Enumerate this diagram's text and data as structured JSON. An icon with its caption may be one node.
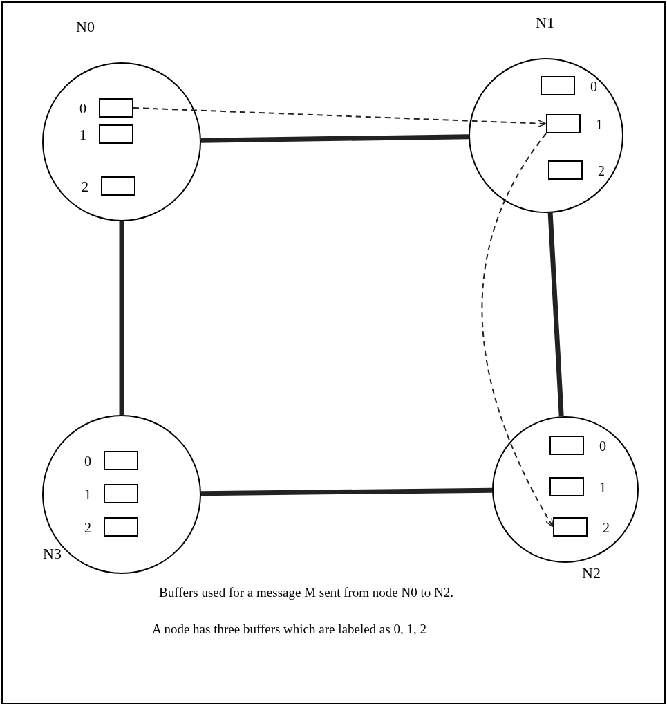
{
  "diagram": {
    "nodes": [
      {
        "text": [
          "N0"
        ]
      },
      {
        "text": [],
        "shape": "box",
        "in": 0,
        "beside": [
          "0"
        ]
      },
      {
        "text": [],
        "shape": "box",
        "in": 0,
        "beside": [
          "1"
        ]
      },
      {
        "text": [],
        "shape": "box",
        "in": 0,
        "beside": [
          "2"
        ]
      },
      {
        "text": [
          "N1"
        ]
      },
      {
        "text": [],
        "shape": "box",
        "in": 4,
        "beside": [
          "0"
        ]
      },
      {
        "text": [],
        "shape": "box",
        "in": 4,
        "beside": [
          "1"
        ]
      },
      {
        "text": [],
        "shape": "box",
        "in": 4,
        "beside": [
          "2"
        ]
      },
      {
        "text": [
          "N3"
        ]
      },
      {
        "text": [],
        "shape": "box",
        "in": 8,
        "beside": [
          "0"
        ]
      },
      {
        "text": [],
        "shape": "box",
        "in": 8,
        "beside": [
          "1"
        ]
      },
      {
        "text": [],
        "shape": "box",
        "in": 8,
        "beside": [
          "2"
        ]
      },
      {
        "text": [
          "N2"
        ]
      },
      {
        "text": [],
        "shape": "box",
        "in": 12,
        "beside": [
          "0"
        ]
      },
      {
        "text": [],
        "shape": "box",
        "in": 12,
        "beside": [
          "1"
        ]
      },
      {
        "text": [],
        "shape": "box",
        "in": 12,
        "beside": [
          "2"
        ]
      }
    ],
    "edges": [
      {
        "from": 0,
        "to": 4,
        "arrow": "none"
      },
      {
        "from": 4,
        "to": 12,
        "arrow": "none"
      },
      {
        "from": 12,
        "to": 8,
        "arrow": "none"
      },
      {
        "from": 8,
        "to": 0,
        "arrow": "none"
      },
      {
        "from": 1,
        "to": 6,
        "arrow": "to",
        "style": "dashed"
      },
      {
        "from": 6,
        "to": 15,
        "arrow": "to",
        "style": "dashed"
      }
    ],
    "labels": [
      "Buffers used for a message M sent from node N0 to N2.",
      "A node has three buffers which are labeled as 0, 1, 2"
    ]
  }
}
